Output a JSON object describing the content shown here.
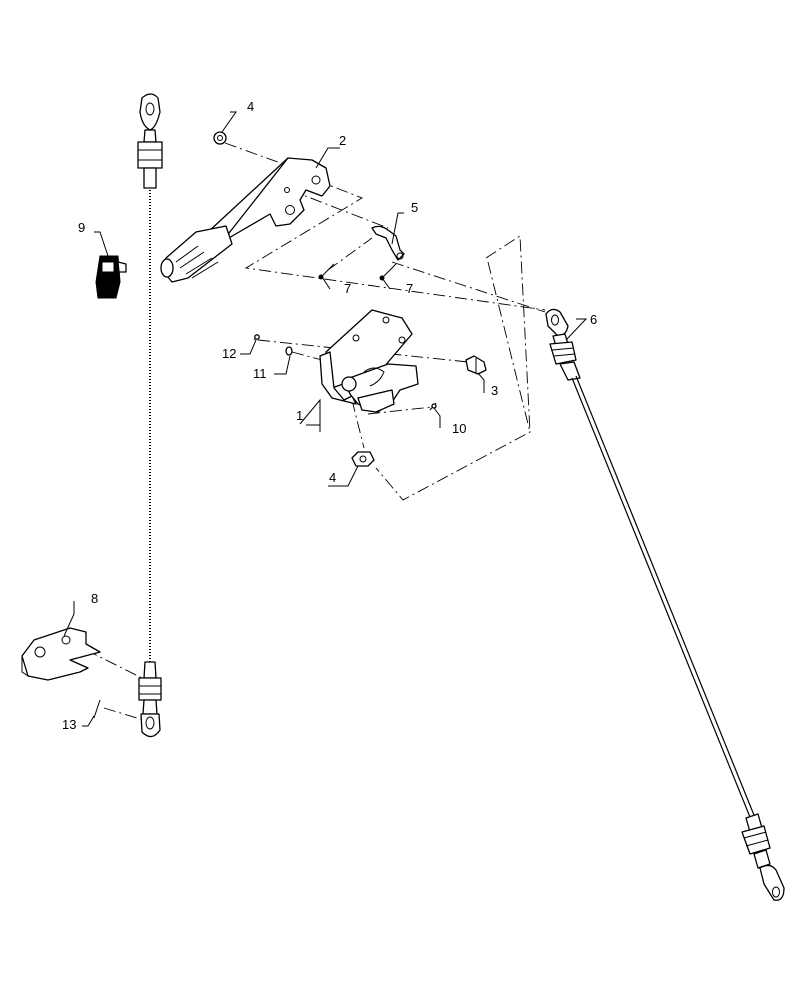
{
  "callouts": [
    "1",
    "2",
    "3",
    "4",
    "4",
    "5",
    "6",
    "7",
    "7",
    "8",
    "9",
    "10",
    "11",
    "12",
    "13"
  ]
}
